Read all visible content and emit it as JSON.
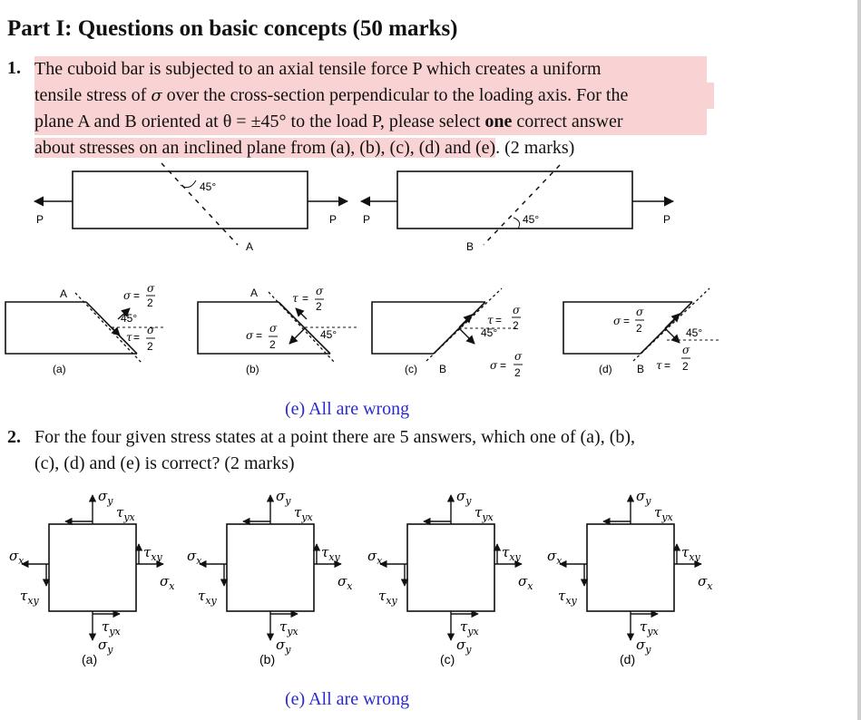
{
  "heading": "Part I: Questions on basic concepts (50 marks)",
  "q1": {
    "number": "1.",
    "line1": "The cuboid bar is subjected to an axial tensile force P which creates a uniform",
    "line2_a": "tensile stress of ",
    "line2_sym": "σ",
    "line2_b": " over the cross-section perpendicular to the loading axis. For the",
    "line3_a": "plane A and B oriented at θ = ±45° to the load P, please select ",
    "line3_bold": "one",
    "line3_b": " correct answer",
    "line4_a": "about stresses on an inclined plane from (a), (b), (c), (d) and (e)",
    "line4_b": ". (2 marks)",
    "figure": {
      "load": "P",
      "angle": "45°",
      "plane_a": "A",
      "plane_b": "B",
      "sub_a": "(a)",
      "sub_b": "(b)",
      "sub_c": "(c)",
      "sub_d": "(d)",
      "sigma": "σ",
      "tau": "τ",
      "equals": "=",
      "half": "2"
    },
    "option_e": "(e) All are wrong"
  },
  "q2": {
    "number": "2.",
    "line1": "For the four given stress states at a point there are 5 answers, which one of (a), (b),",
    "line2": "(c), (d) and (e) is correct? (2 marks)",
    "labels": {
      "sigma_x": "σ",
      "sigma_y": "σ",
      "tau": "τ",
      "sub_x": "x",
      "sub_y": "y",
      "sub_xy": "xy",
      "sub_yx": "yx"
    },
    "sub_a": "(a)",
    "sub_b": "(b)",
    "sub_c": "(c)",
    "sub_d": "(d)",
    "option_e": "(e) All are wrong"
  }
}
